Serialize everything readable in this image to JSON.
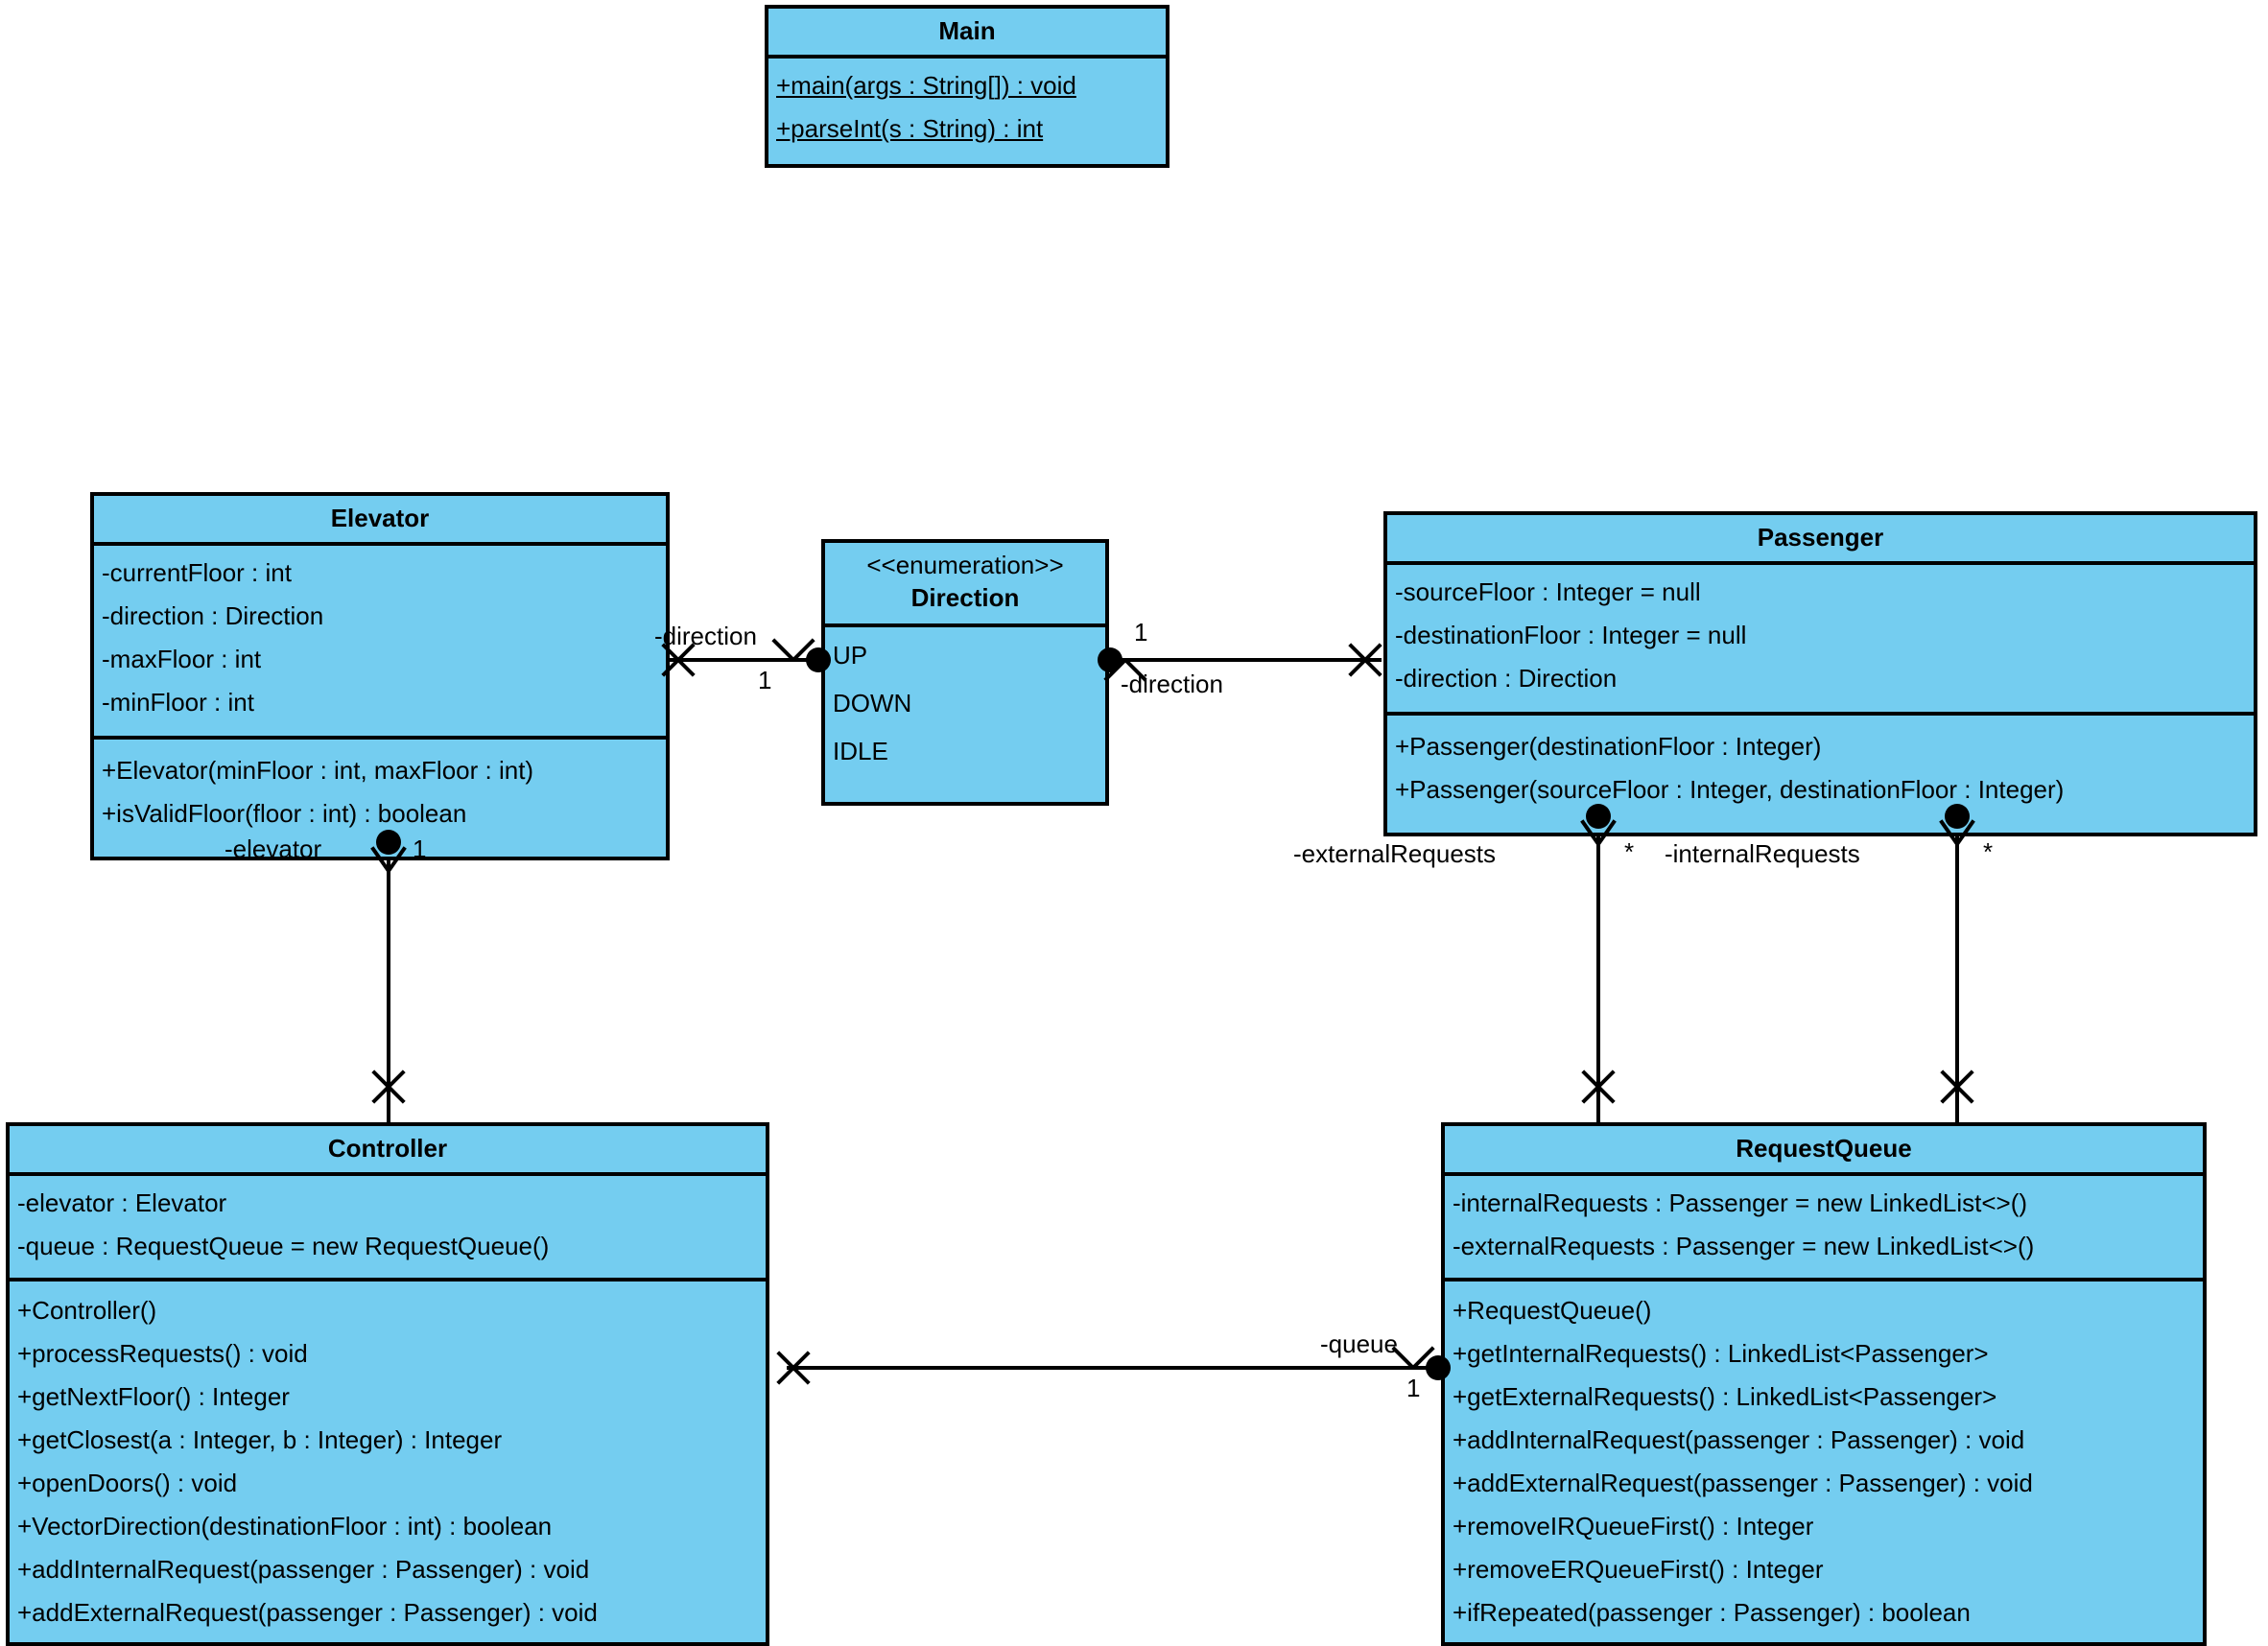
{
  "diagram": {
    "type": "uml-class-diagram",
    "title": "Elevator System UML Class Diagram",
    "colors": {
      "class_fill": "#74cdf0",
      "border": "#000000",
      "text": "#000000",
      "background": "#ffffff"
    }
  },
  "classes": {
    "main": {
      "name": "Main",
      "stereotype": "",
      "attributes": [],
      "operations": [
        "+main(args : String[]) : void",
        "+parseInt(s : String) : int"
      ]
    },
    "elevator": {
      "name": "Elevator",
      "stereotype": "",
      "attributes": [
        "-currentFloor : int",
        "-direction : Direction",
        "-maxFloor : int",
        "-minFloor : int"
      ],
      "operations": [
        "+Elevator(minFloor : int, maxFloor : int)",
        "+isValidFloor(floor : int) : boolean"
      ]
    },
    "direction": {
      "name": "Direction",
      "stereotype": "<<enumeration>>",
      "literals": [
        "UP",
        "DOWN",
        "IDLE"
      ]
    },
    "passenger": {
      "name": "Passenger",
      "stereotype": "",
      "attributes": [
        "-sourceFloor : Integer = null",
        "-destinationFloor : Integer = null",
        "-direction : Direction"
      ],
      "operations": [
        "+Passenger(destinationFloor : Integer)",
        "+Passenger(sourceFloor : Integer, destinationFloor : Integer)"
      ]
    },
    "controller": {
      "name": "Controller",
      "stereotype": "",
      "attributes": [
        "-elevator : Elevator",
        "-queue : RequestQueue = new RequestQueue()"
      ],
      "operations": [
        "+Controller()",
        "+processRequests() : void",
        "+getNextFloor() : Integer",
        "+getClosest(a : Integer, b : Integer) : Integer",
        "+openDoors() : void",
        "+VectorDirection(destinationFloor : int) : boolean",
        "+addInternalRequest(passenger : Passenger) : void",
        "+addExternalRequest(passenger : Passenger) : void"
      ]
    },
    "request_queue": {
      "name": "RequestQueue",
      "stereotype": "",
      "attributes": [
        "-internalRequests : Passenger = new LinkedList<>()",
        "-externalRequests : Passenger = new LinkedList<>()"
      ],
      "operations": [
        "+RequestQueue()",
        "+getInternalRequests() : LinkedList<Passenger>",
        "+getExternalRequests() : LinkedList<Passenger>",
        "+addInternalRequest(passenger : Passenger) : void",
        "+addExternalRequest(passenger : Passenger) : void",
        "+removeIRQueueFirst() : Integer",
        "+removeERQueueFirst() : Integer",
        "+ifRepeated(passenger : Passenger) : boolean"
      ]
    }
  },
  "associations": {
    "elevator_direction": {
      "source": "Elevator",
      "target": "Direction",
      "role_label": "-direction",
      "multiplicity": "1"
    },
    "passenger_direction": {
      "source": "Passenger",
      "target": "Direction",
      "role_label": "-direction",
      "multiplicity": "1"
    },
    "controller_elevator": {
      "source": "Controller",
      "target": "Elevator",
      "role_label": "-elevator",
      "multiplicity": "1"
    },
    "controller_queue": {
      "source": "Controller",
      "target": "RequestQueue",
      "role_label": "-queue",
      "multiplicity": "1"
    },
    "queue_external": {
      "source": "RequestQueue",
      "target": "Passenger",
      "role_label": "-externalRequests",
      "multiplicity": "*"
    },
    "queue_internal": {
      "source": "RequestQueue",
      "target": "Passenger",
      "role_label": "-internalRequests",
      "multiplicity": "*"
    }
  }
}
